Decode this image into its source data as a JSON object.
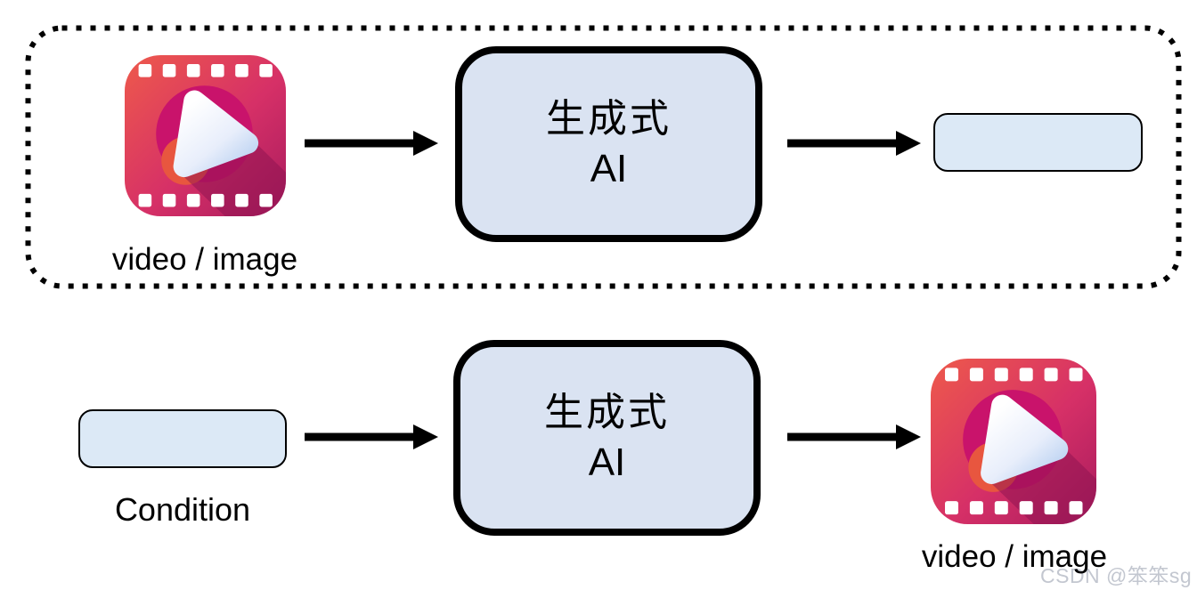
{
  "diagram": {
    "generative_ai": {
      "line1": "生成式",
      "line2": "AI"
    },
    "top_flow": {
      "input_label": "video / image"
    },
    "bottom_flow": {
      "input_label": "Condition",
      "output_label": "video / image"
    },
    "watermark": "CSDN @笨笨sg",
    "colors": {
      "ai_box_fill": "#dae3f2",
      "chip_fill": "#dce9f6",
      "outline": "#000000",
      "icon_gradient_start": "#ee5a4b",
      "icon_gradient_end": "#a81b5e",
      "play_triangle_tint": "#b3cdf0",
      "watermark_gray": "#c3c7d0"
    }
  }
}
